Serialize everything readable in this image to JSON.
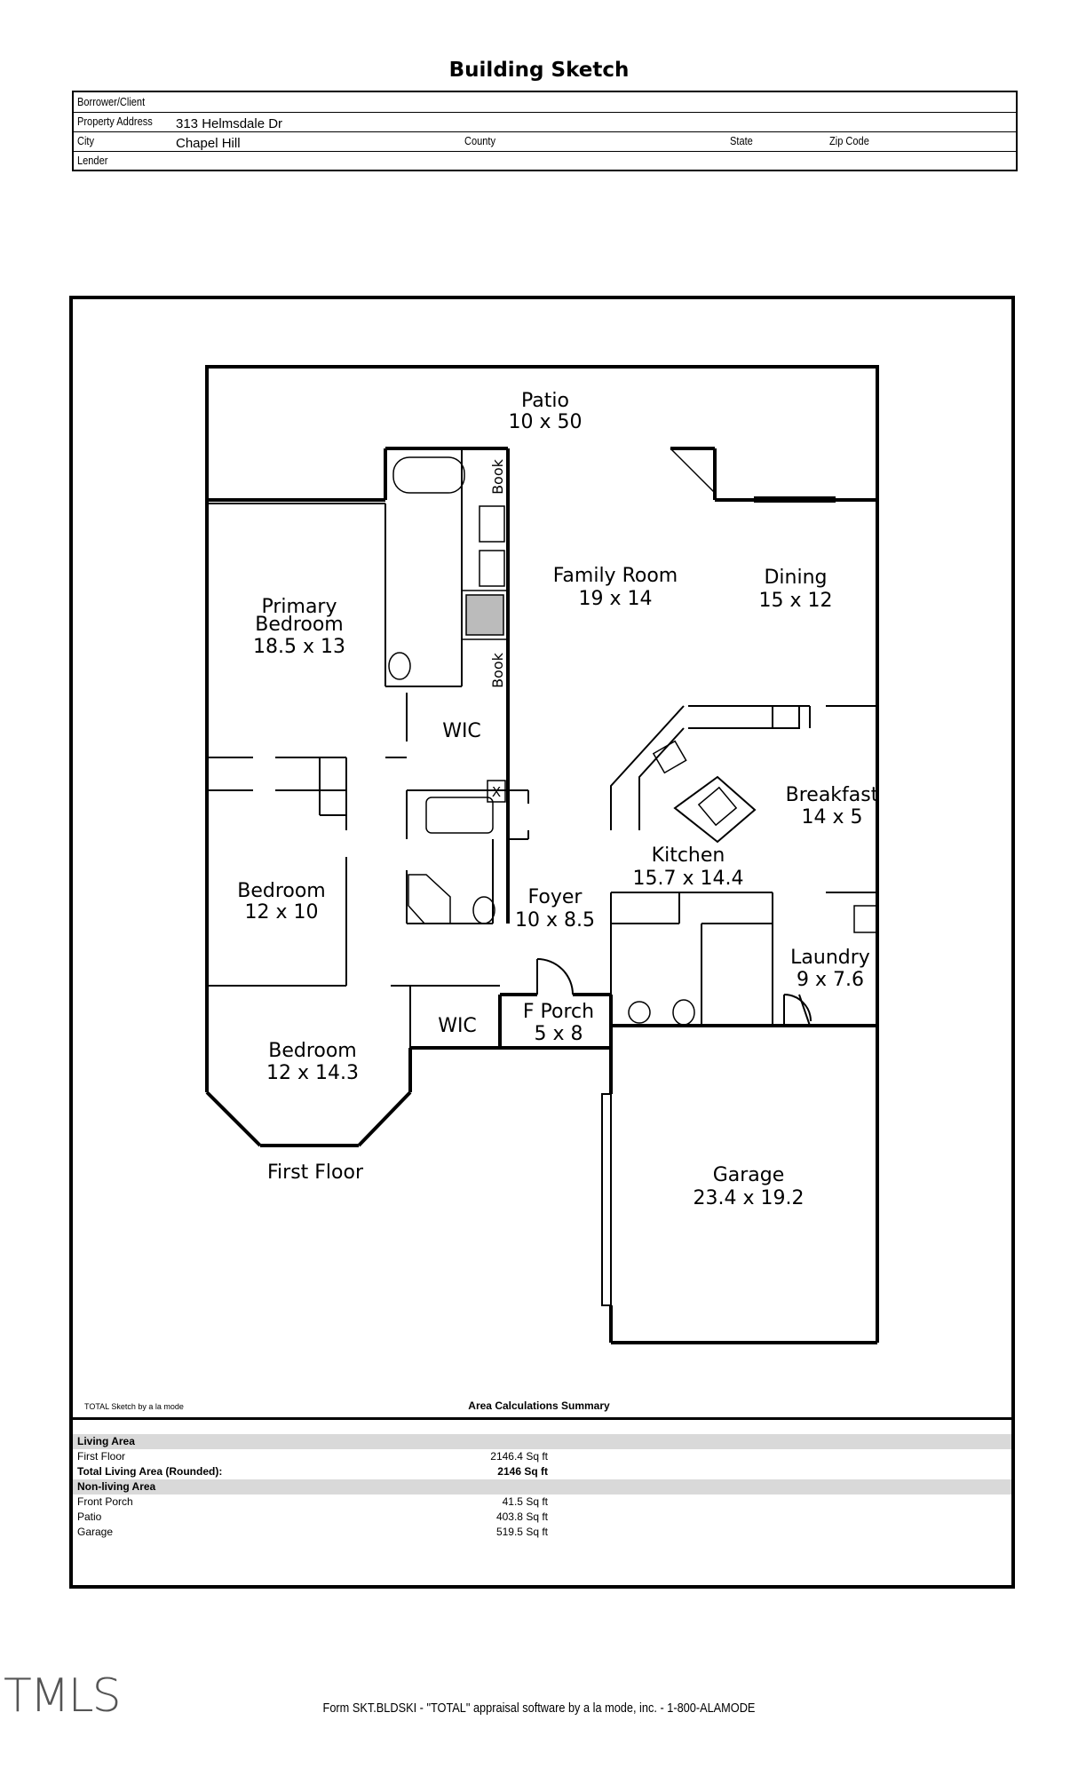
{
  "title": "Building Sketch",
  "header": {
    "borrower_label": "Borrower/Client",
    "address_label": "Property Address",
    "address_value": "313 Helmsdale Dr",
    "city_label": "City",
    "city_value": "Chapel Hill",
    "county_label": "County",
    "state_label": "State",
    "zip_label": "Zip Code",
    "lender_label": "Lender"
  },
  "rooms": {
    "patio": {
      "name": "Patio",
      "dims": "10 x 50"
    },
    "family_room": {
      "name": "Family Room",
      "dims": "19 x 14"
    },
    "dining": {
      "name": "Dining",
      "dims": "15 x 12"
    },
    "primary_bedroom": {
      "name1": "Primary",
      "name2": "Bedroom",
      "dims": "18.5 x 13"
    },
    "wic1": {
      "name": "WIC"
    },
    "breakfast": {
      "name": "Breakfast",
      "dims": "14 x 5"
    },
    "kitchen": {
      "name": "Kitchen",
      "dims": "15.7 x 14.4"
    },
    "bedroom1": {
      "name": "Bedroom",
      "dims": "12 x 10"
    },
    "foyer": {
      "name": "Foyer",
      "dims": "10 x 8.5"
    },
    "laundry": {
      "name": "Laundry",
      "dims": "9 x 7.6"
    },
    "wic2": {
      "name": "WIC"
    },
    "porch": {
      "name": "F Porch",
      "dims": "5 x 8"
    },
    "bedroom2": {
      "name": "Bedroom",
      "dims": "12 x 14.3"
    },
    "garage": {
      "name": "Garage",
      "dims": "23.4 x 19.2"
    },
    "book": "Book",
    "x_mark": "X",
    "floor_label": "First Floor"
  },
  "summary": {
    "credit": "TOTAL Sketch by a la mode",
    "title": "Area Calculations Summary",
    "living_header": "Living Area",
    "first_floor_label": "First Floor",
    "first_floor_value": "2146.4 Sq ft",
    "total_label": "Total Living Area (Rounded):",
    "total_value": "2146 Sq ft",
    "nonliving_header": "Non-living Area",
    "porch_label": "Front Porch",
    "porch_value": "41.5 Sq ft",
    "patio_label": "Patio",
    "patio_value": "403.8 Sq ft",
    "garage_label": "Garage",
    "garage_value": "519.5 Sq ft"
  },
  "watermark": "TMLS",
  "footer": "Form SKT.BLDSKI - \"TOTAL\" appraisal software by a la mode, inc. - 1-800-ALAMODE"
}
